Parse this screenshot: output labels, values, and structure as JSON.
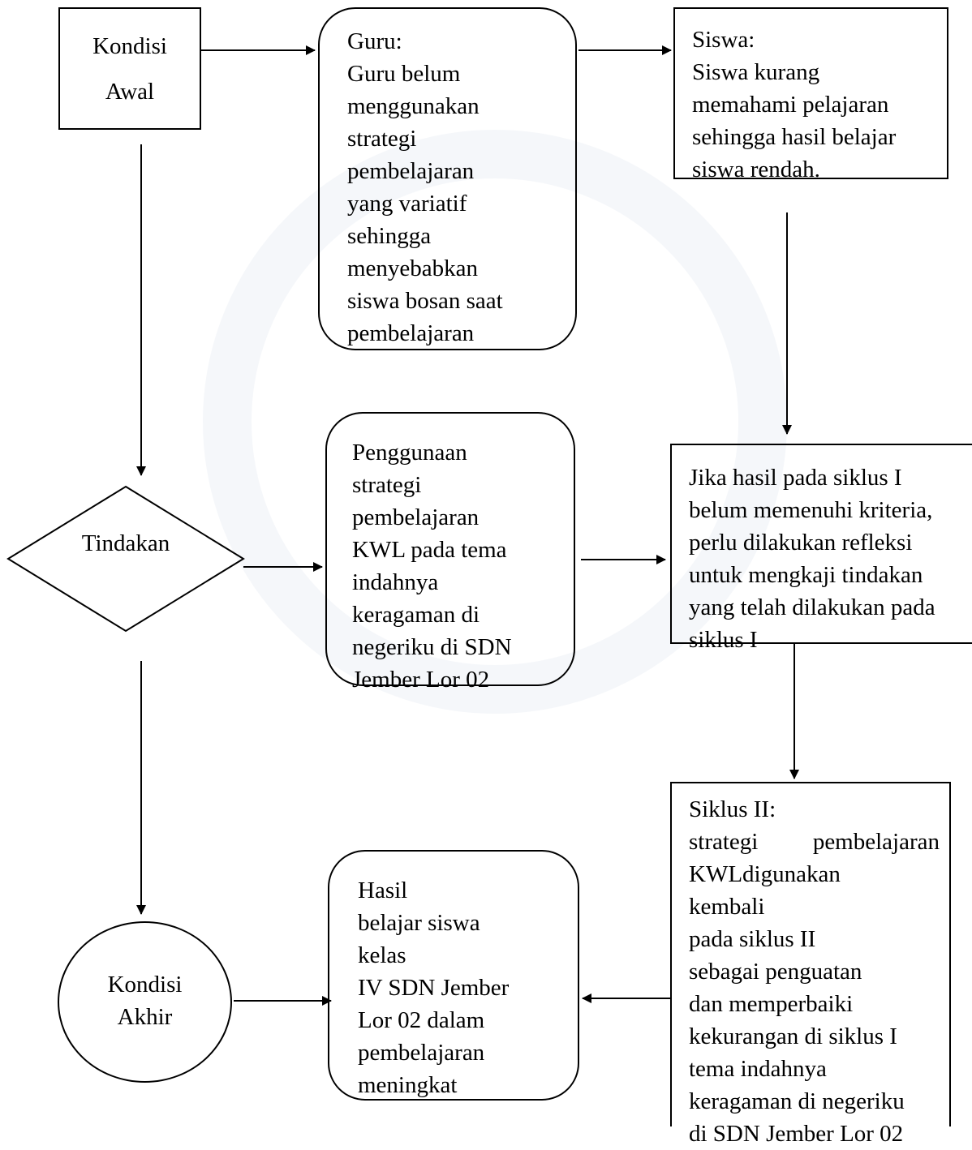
{
  "nodes": {
    "kondisi_awal": {
      "lines": [
        "Kondisi",
        "Awal"
      ]
    },
    "guru": {
      "lines": [
        "Guru:",
        "Guru belum",
        "menggunakan",
        "strategi",
        "pembelajaran",
        "yang variatif",
        "sehingga",
        "menyebabkan",
        "siswa bosan saat",
        "pembelajaran"
      ]
    },
    "siswa": {
      "lines": [
        "Siswa:",
        "Siswa kurang",
        "memahami pelajaran",
        "sehingga hasil belajar",
        "siswa rendah."
      ]
    },
    "tindakan": {
      "label": "Tindakan"
    },
    "penggunaan": {
      "lines": [
        "Penggunaan",
        "strategi",
        "pembelajaran",
        "KWL pada tema",
        "indahnya",
        "keragaman di",
        "negeriku di SDN",
        "Jember Lor 02"
      ]
    },
    "refleksi": {
      "lines": [
        "Jika hasil pada siklus I",
        "belum memenuhi kriteria,",
        "perlu dilakukan refleksi",
        "untuk mengkaji tindakan",
        "yang telah dilakukan pada",
        "siklus  I"
      ]
    },
    "siklus2": {
      "title": "Siklus II:",
      "justified_left": "strategi",
      "justified_right": "pembelajaran",
      "lines": [
        "KWLdigunakan",
        "kembali",
        "pada siklus II",
        "sebagai penguatan",
        "dan memperbaiki",
        "kekurangan di siklus I",
        "tema indahnya",
        "keragaman  di negeriku",
        "di SDN Jember Lor 02"
      ]
    },
    "kondisi_akhir": {
      "lines": [
        "Kondisi",
        "Akhir"
      ]
    },
    "hasil": {
      "lines": [
        "Hasil",
        "belajar siswa",
        "kelas",
        "IV SDN Jember",
        "Lor 02 dalam",
        "pembelajaran",
        "meningkat"
      ]
    }
  }
}
